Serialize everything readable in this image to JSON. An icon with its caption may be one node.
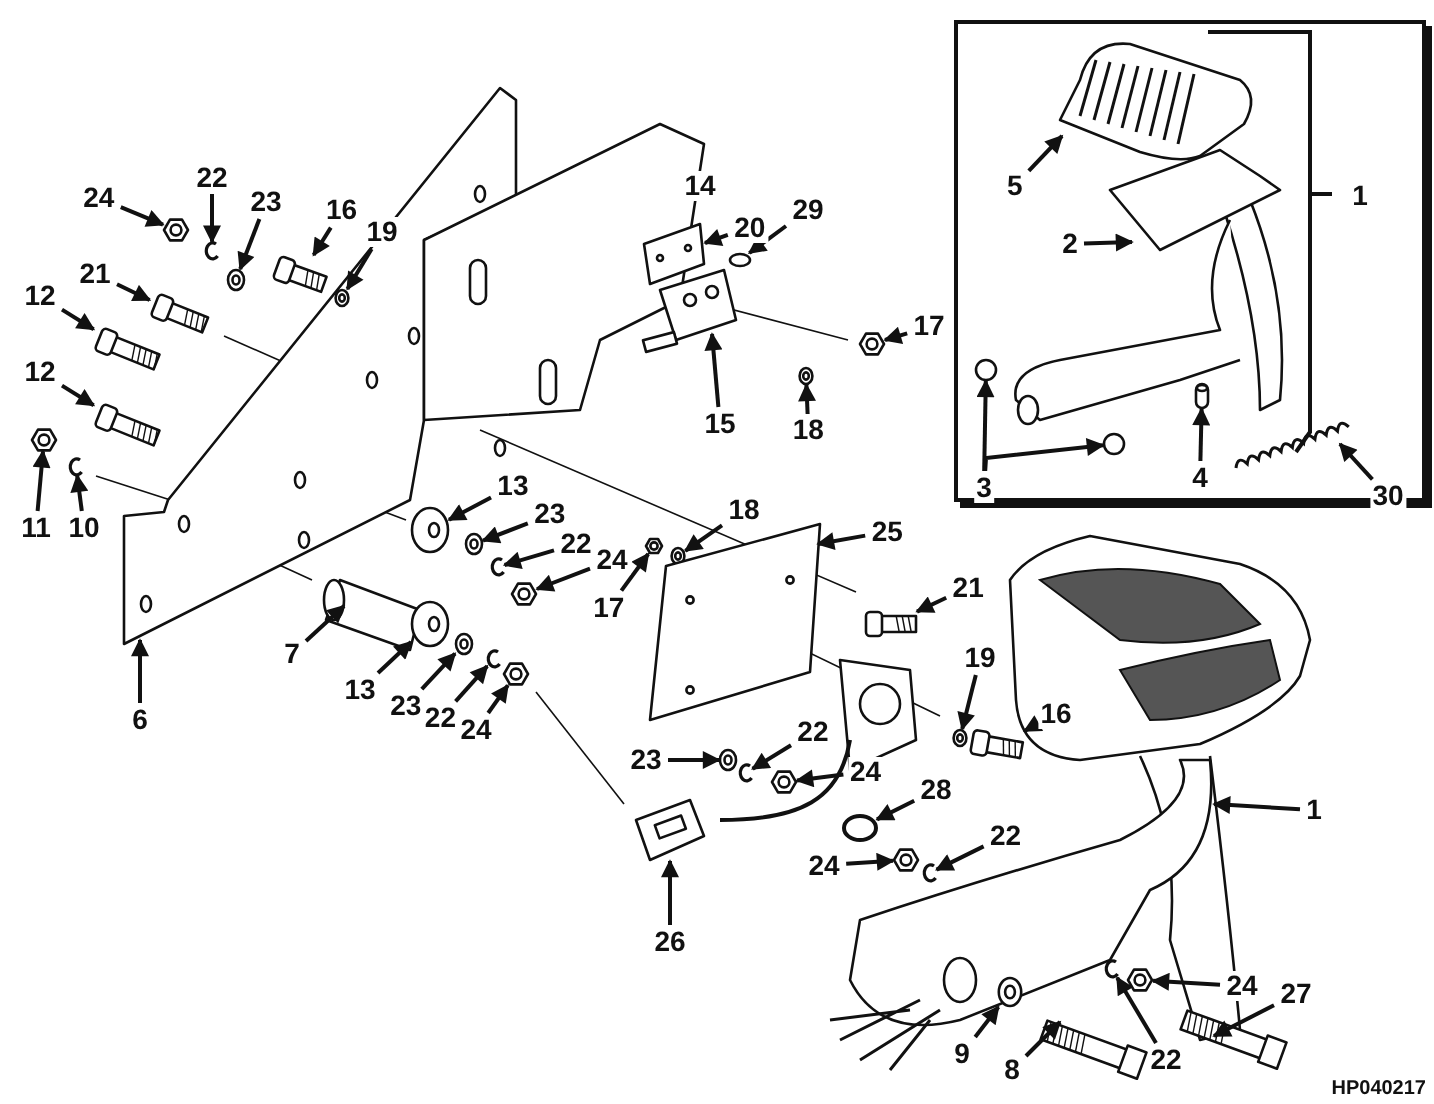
{
  "diagram": {
    "nodes": [
      {
        "text": [],
        "shape": "box"
      },
      {
        "text": [
          "5"
        ],
        "in": 0
      },
      {
        "text": [
          "2"
        ],
        "in": 0
      },
      {
        "text": [
          "1"
        ],
        "in": 0
      },
      {
        "text": [
          "3"
        ],
        "in": 0
      },
      {
        "text": [
          "4"
        ],
        "in": 0
      },
      {
        "text": [
          "30"
        ],
        "in": 0
      },
      {
        "text": [
          "24"
        ]
      },
      {
        "text": [
          "22"
        ]
      },
      {
        "text": [
          "23"
        ]
      },
      {
        "text": [
          "16"
        ]
      },
      {
        "text": [
          "19"
        ]
      },
      {
        "text": [
          "14"
        ]
      },
      {
        "text": [
          "20"
        ]
      },
      {
        "text": [
          "29"
        ]
      },
      {
        "text": [
          "21"
        ]
      },
      {
        "text": [
          "12"
        ]
      },
      {
        "text": [
          "17"
        ]
      },
      {
        "text": [
          "12"
        ]
      },
      {
        "text": [
          "15"
        ]
      },
      {
        "text": [
          "18"
        ]
      },
      {
        "text": [
          "11"
        ]
      },
      {
        "text": [
          "10"
        ]
      },
      {
        "text": [
          "13"
        ]
      },
      {
        "text": [
          "18"
        ]
      },
      {
        "text": [
          "23"
        ]
      },
      {
        "text": [
          "25"
        ]
      },
      {
        "text": [
          "22"
        ]
      },
      {
        "text": [
          "24"
        ]
      },
      {
        "text": [
          "17"
        ]
      },
      {
        "text": [
          "21"
        ]
      },
      {
        "text": [
          "7"
        ]
      },
      {
        "text": [
          "13"
        ]
      },
      {
        "text": [
          "19"
        ]
      },
      {
        "text": [
          "23"
        ]
      },
      {
        "text": [
          "22"
        ]
      },
      {
        "text": [
          "24"
        ]
      },
      {
        "text": [
          "6"
        ]
      },
      {
        "text": [
          "16"
        ]
      },
      {
        "text": [
          "22"
        ]
      },
      {
        "text": [
          "23"
        ]
      },
      {
        "text": [
          "24"
        ]
      },
      {
        "text": [
          "28"
        ]
      },
      {
        "text": [
          "1"
        ]
      },
      {
        "text": [
          "22"
        ]
      },
      {
        "text": [
          "24"
        ]
      },
      {
        "text": [
          "26"
        ]
      },
      {
        "text": [
          "24"
        ]
      },
      {
        "text": [
          "27"
        ]
      },
      {
        "text": [
          "9"
        ]
      },
      {
        "text": [
          "8"
        ]
      },
      {
        "text": [
          "22"
        ]
      },
      {
        "text": [],
        "shape": "picture",
        "in": 0
      },
      {
        "text": [],
        "shape": "circle",
        "in": 0
      },
      {
        "text": [],
        "shape": "circle",
        "in": 0
      },
      {
        "text": [],
        "shape": "picture",
        "in": 0
      },
      {
        "text": [],
        "shape": "picture",
        "in": 0
      },
      {
        "text": [],
        "shape": "picture"
      },
      {
        "text": [],
        "shape": "picture"
      },
      {
        "text": [],
        "shape": "picture"
      },
      {
        "text": [],
        "shape": "picture"
      },
      {
        "text": [],
        "shape": "picture"
      },
      {
        "text": [],
        "shape": "picture"
      },
      {
        "text": [],
        "shape": "circle"
      },
      {
        "text": [],
        "shape": "picture"
      },
      {
        "text": [],
        "shape": "picture"
      },
      {
        "text": [],
        "shape": "picture"
      },
      {
        "text": [],
        "shape": "picture"
      },
      {
        "text": [],
        "shape": "picture"
      },
      {
        "text": [],
        "shape": "picture"
      },
      {
        "text": [],
        "shape": "picture"
      },
      {
        "text": [],
        "shape": "picture"
      },
      {
        "text": [],
        "shape": "picture"
      },
      {
        "text": [],
        "shape": "picture"
      },
      {
        "text": [],
        "shape": "picture"
      },
      {
        "text": [],
        "shape": "picture"
      },
      {
        "text": [],
        "shape": "picture"
      },
      {
        "text": [],
        "shape": "picture"
      },
      {
        "text": [],
        "shape": "picture"
      },
      {
        "text": [],
        "shape": "picture"
      },
      {
        "text": [],
        "shape": "picture"
      },
      {
        "text": [],
        "shape": "picture"
      },
      {
        "text": [],
        "shape": "picture"
      },
      {
        "text": [],
        "shape": "picture"
      },
      {
        "text": [],
        "shape": "picture"
      },
      {
        "text": [],
        "shape": "picture"
      },
      {
        "text": [],
        "shape": "picture"
      },
      {
        "text": [],
        "shape": "picture"
      },
      {
        "text": [],
        "shape": "picture"
      },
      {
        "text": [],
        "shape": "circle"
      },
      {
        "text": [],
        "shape": "picture"
      },
      {
        "text": [],
        "shape": "picture"
      },
      {
        "text": [],
        "shape": "picture"
      },
      {
        "text": [],
        "shape": "picture"
      },
      {
        "text": [],
        "shape": "picture"
      },
      {
        "text": [],
        "shape": "picture"
      },
      {
        "text": [],
        "shape": "picture"
      },
      {
        "text": [],
        "shape": "picture"
      },
      {
        "text": [],
        "shape": "picture"
      }
    ],
    "edges": [
      {
        "from": 1,
        "to": 52,
        "arrow": "to"
      },
      {
        "from": 2,
        "to": null,
        "arrow": "to"
      },
      {
        "from": 4,
        "to": 53,
        "arrow": "to"
      },
      {
        "from": 4,
        "to": 54,
        "arrow": "to"
      },
      {
        "from": 5,
        "to": 55,
        "arrow": "to"
      },
      {
        "from": 6,
        "to": 56,
        "arrow": "to"
      },
      {
        "from": 7,
        "to": 57,
        "arrow": "to"
      },
      {
        "from": 8,
        "to": 58,
        "arrow": "to"
      },
      {
        "from": 9,
        "to": 59,
        "arrow": "to"
      },
      {
        "from": 10,
        "to": 60,
        "arrow": "to"
      },
      {
        "from": 11,
        "to": 61,
        "arrow": "to"
      },
      {
        "from": 13,
        "to": 62,
        "arrow": "to"
      },
      {
        "from": 14,
        "to": 63,
        "arrow": "to"
      },
      {
        "from": 15,
        "to": 64,
        "arrow": "to"
      },
      {
        "from": 16,
        "to": 65,
        "arrow": "to"
      },
      {
        "from": 17,
        "to": 66,
        "arrow": "to"
      },
      {
        "from": 18,
        "to": 67,
        "arrow": "to"
      },
      {
        "from": 19,
        "to": 68,
        "arrow": "to"
      },
      {
        "from": 20,
        "to": 69,
        "arrow": "to"
      },
      {
        "from": 21,
        "to": 70,
        "arrow": "to"
      },
      {
        "from": 22,
        "to": 71,
        "arrow": "to"
      },
      {
        "from": 23,
        "to": 72,
        "arrow": "to"
      },
      {
        "from": 24,
        "to": 73,
        "arrow": "to"
      },
      {
        "from": 25,
        "to": 74,
        "arrow": "to"
      },
      {
        "from": 26,
        "to": 98,
        "arrow": "to"
      },
      {
        "from": 27,
        "to": 75,
        "arrow": "to"
      },
      {
        "from": 28,
        "to": 76,
        "arrow": "to"
      },
      {
        "from": 29,
        "to": 77,
        "arrow": "to"
      },
      {
        "from": 30,
        "to": 78,
        "arrow": "to"
      },
      {
        "from": 31,
        "to": 79,
        "arrow": "to"
      },
      {
        "from": 32,
        "to": 80,
        "arrow": "to"
      },
      {
        "from": 33,
        "to": 81,
        "arrow": "to"
      },
      {
        "from": 34,
        "to": 82,
        "arrow": "to"
      },
      {
        "from": 35,
        "to": 83,
        "arrow": "to"
      },
      {
        "from": 36,
        "to": 84,
        "arrow": "to"
      },
      {
        "from": 37,
        "to": null,
        "arrow": "to"
      },
      {
        "from": 38,
        "to": 85,
        "arrow": "to"
      },
      {
        "from": 39,
        "to": 86,
        "arrow": "to"
      },
      {
        "from": 40,
        "to": 87,
        "arrow": "to"
      },
      {
        "from": 41,
        "to": 88,
        "arrow": "to"
      },
      {
        "from": 42,
        "to": 89,
        "arrow": "to"
      },
      {
        "from": 43,
        "to": null,
        "arrow": "to"
      },
      {
        "from": 44,
        "to": 90,
        "arrow": "to"
      },
      {
        "from": 45,
        "to": 91,
        "arrow": "to"
      },
      {
        "from": 46,
        "to": 92,
        "arrow": "to"
      },
      {
        "from": 47,
        "to": 93,
        "arrow": "to"
      },
      {
        "from": 48,
        "to": 94,
        "arrow": "to"
      },
      {
        "from": 49,
        "to": 95,
        "arrow": "to"
      },
      {
        "from": 50,
        "to": 96,
        "arrow": "to"
      },
      {
        "from": 51,
        "to": 97,
        "arrow": "to"
      }
    ],
    "labels": [
      "HP040217"
    ]
  }
}
